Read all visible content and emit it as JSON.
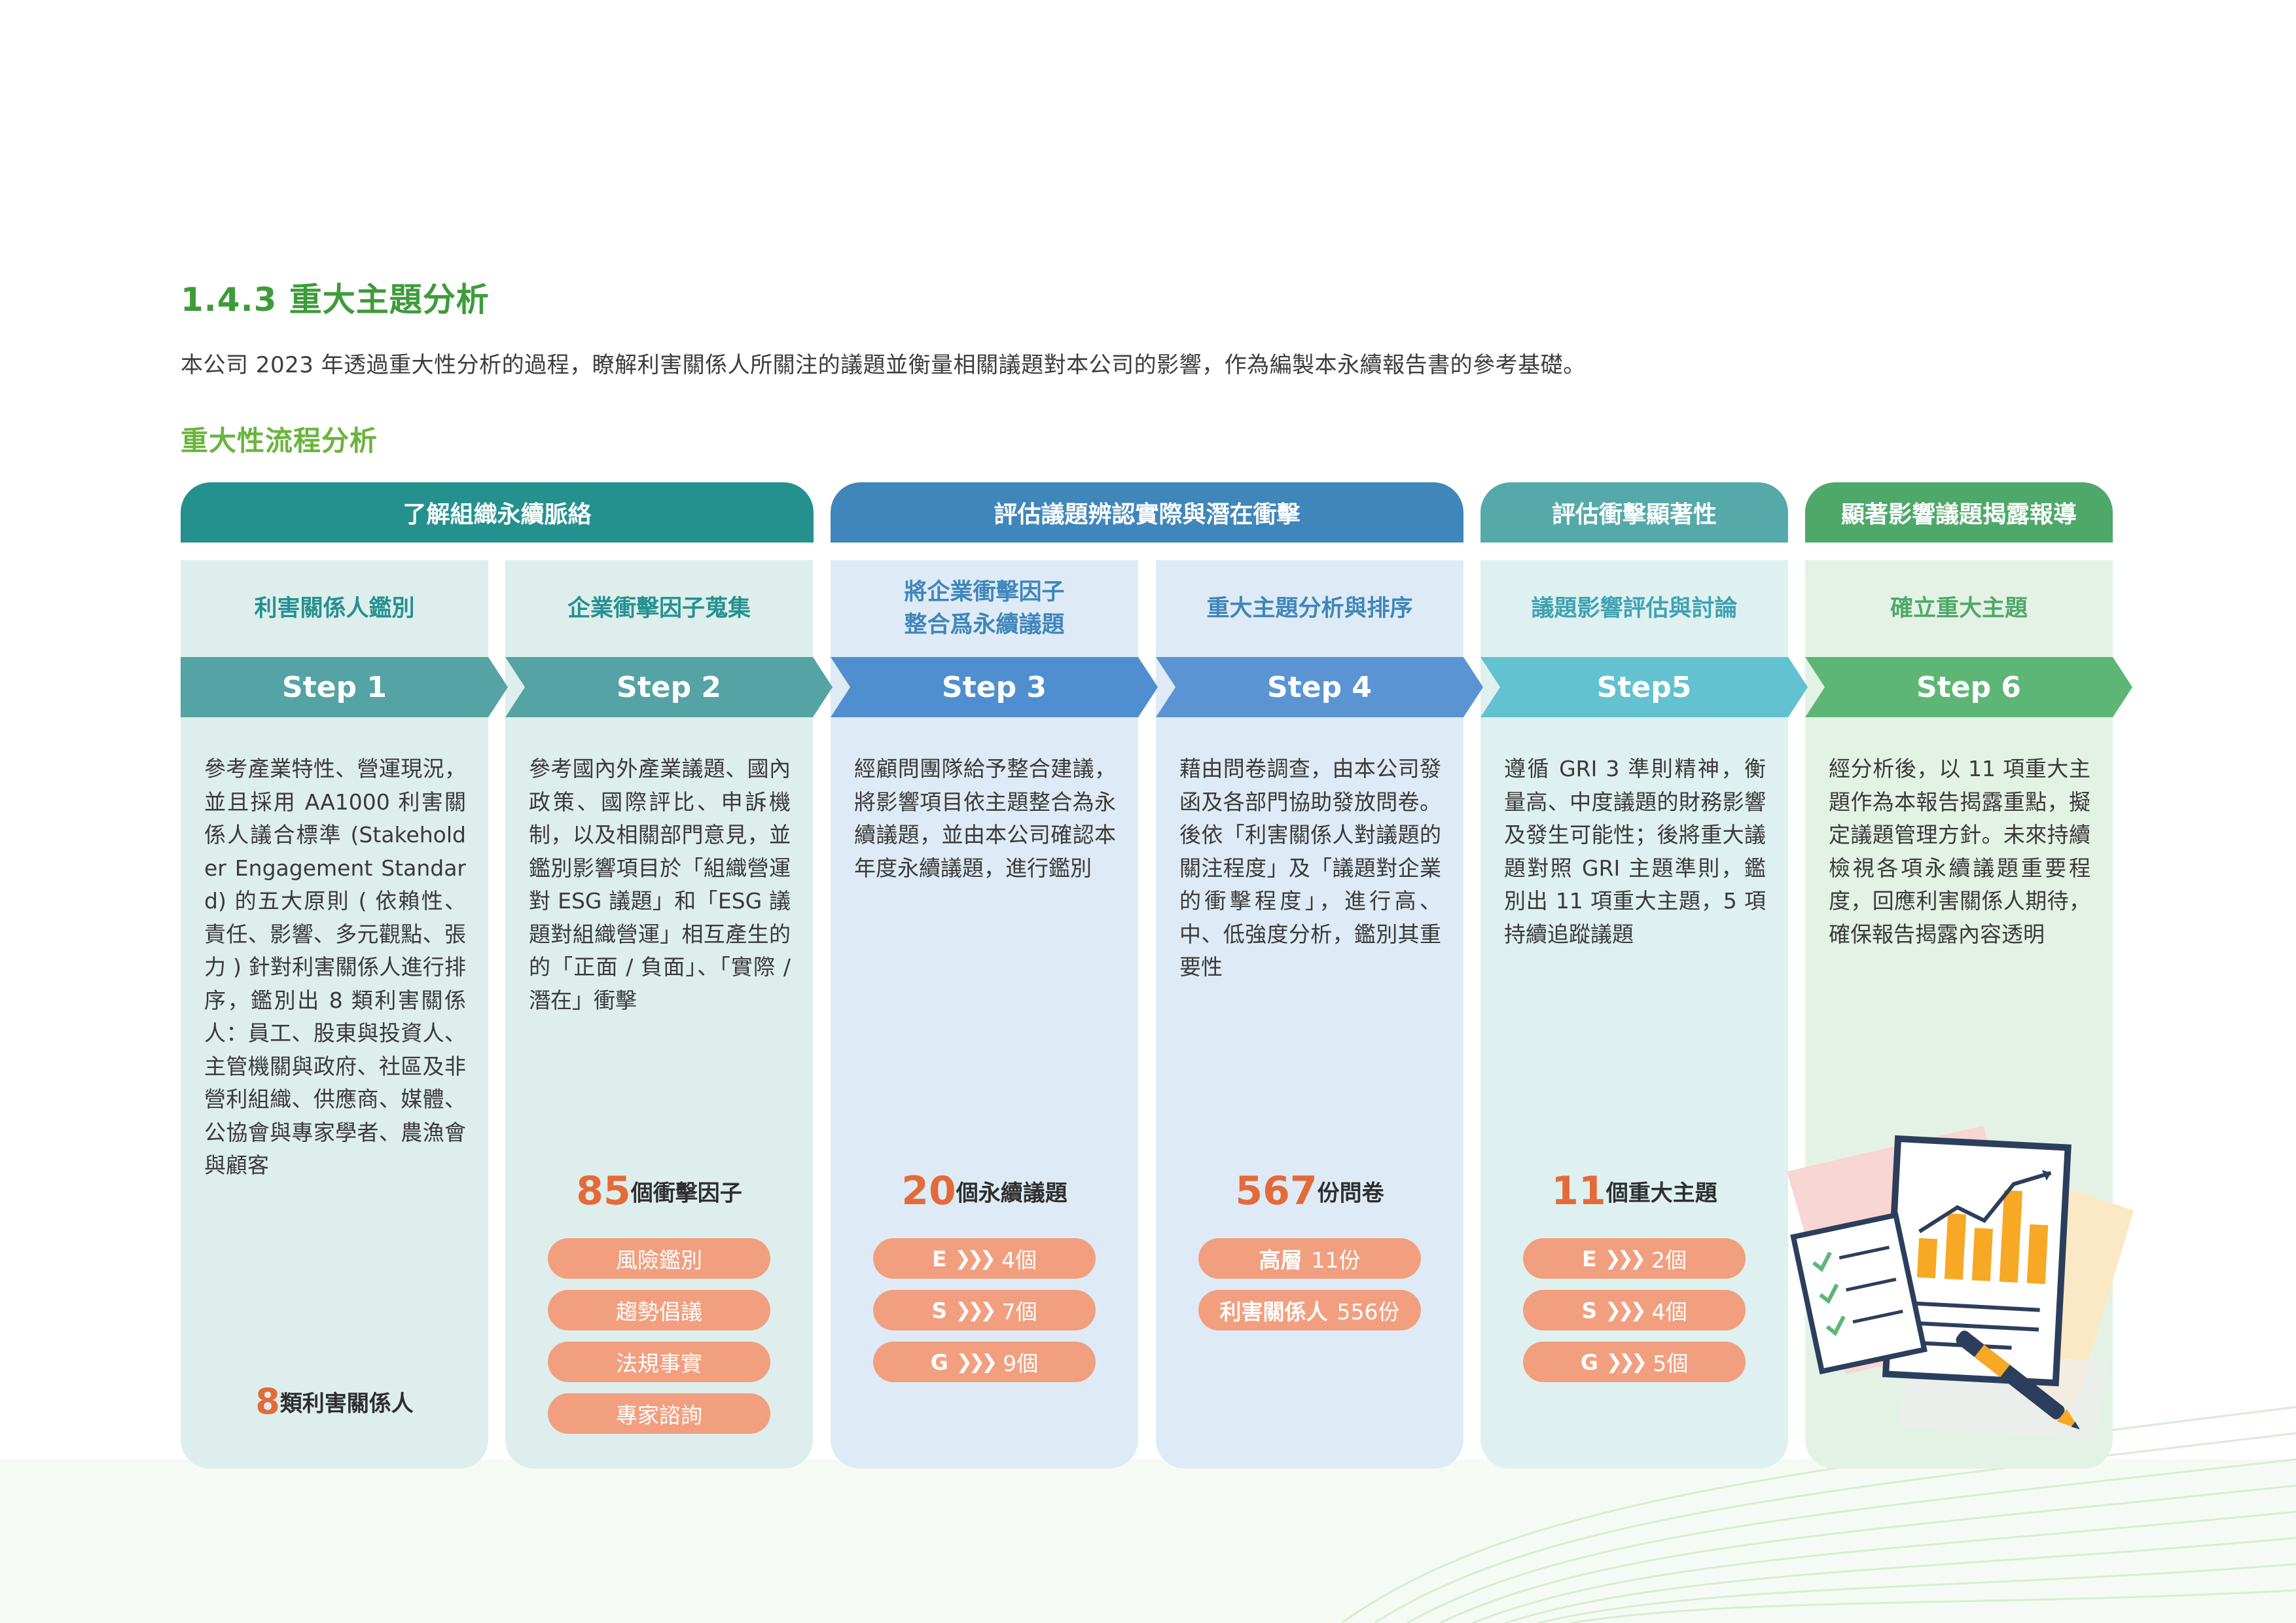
{
  "section": {
    "title": "1.4.3 重大主題分析",
    "intro": "本公司 2023 年透過重大性分析的過程，瞭解利害關係人所關注的議題並衡量相關議題對本公司的影響，作為編製本永續報告書的參考基礎。",
    "subtitle": "重大性流程分析"
  },
  "phases": [
    {
      "label": "了解組織永續脈絡",
      "color": "#24918f"
    },
    {
      "label": "評估議題辨認實際與潛在衝擊",
      "color": "#3f86ba"
    },
    {
      "label": "評估衝擊顯著性",
      "color": "#55a9a9"
    },
    {
      "label": "顯著影響議題揭露報導",
      "color": "#4ea86a"
    }
  ],
  "steps": [
    {
      "head": "利害關係人鑑別",
      "step": "Step 1",
      "head_color": "#24918f",
      "bg": "#deeeec",
      "arrow": "#55a3a4",
      "desc": "參考產業特性、營運現況，並且採用 AA1000 利害關係人議合標準 (Stakeholder Engagement Standard) 的五大原則 ( 依賴性、責任、影響、多元觀點、張力 ) 針對利害關係人進行排序，鑑別出 8 類利害關係人：員工、股東與投資人、主管機關與政府、社區及非營利組織、供應商、媒體、公協會與專家學者、農漁會與顧客",
      "count_num": "8",
      "count_unit": "類利害關係人"
    },
    {
      "head": "企業衝擊因子蒐集",
      "step": "Step 2",
      "head_color": "#24918f",
      "bg": "#deeeec",
      "arrow": "#55a3a4",
      "desc": "參考國內外產業議題、國內政策、國際評比、申訴機制，以及相關部門意見，並鑑別影響項目於「組織營運對 ESG 議題」和「ESG 議題對組織營運」相互產生的的「正面 / 負面」、「實際 / 潛在」衝擊",
      "count_num": "85",
      "count_unit": "個衝擊因子",
      "pills": [
        "風險鑑別",
        "趨勢倡議",
        "法規事實",
        "專家諮詢"
      ]
    },
    {
      "head": "將企業衝擊因子\n整合爲永續議題",
      "step": "Step 3",
      "head_color": "#3f86ba",
      "bg": "#deebf6",
      "arrow": "#4f8fcf",
      "desc": "經顧問團隊給予整合建議，將影響項目依主題整合為永續議題，並由本公司確認本年度永續議題，進行鑑別",
      "count_num": "20",
      "count_unit": "個永續議題",
      "pills": [
        [
          "E",
          "4個"
        ],
        [
          "S",
          "7個"
        ],
        [
          "G",
          "9個"
        ]
      ]
    },
    {
      "head": "重大主題分析與排序",
      "step": "Step 4",
      "head_color": "#3f86ba",
      "bg": "#deebf6",
      "arrow": "#5b94d2",
      "desc": "藉由問卷調查，由本公司發函及各部門協助發放問卷。後依「利害關係人對議題的關注程度」及「議題對企業的衝擊程度」，進行高、中、低強度分析，鑑別其重要性",
      "count_num": "567",
      "count_unit": "份問卷",
      "pills": [
        [
          "高層",
          "11份"
        ],
        [
          "利害關係人",
          "556份"
        ]
      ]
    },
    {
      "head": "議題影響評估與討論",
      "step": "Step5",
      "head_color": "#3ea2b3",
      "bg": "#dff0f0",
      "arrow": "#62c2cf",
      "desc": "遵循 GRI 3 準則精神，衡量高、中度議題的財務影響及發生可能性；後將重大議題對照 GRI 主題準則，鑑別出 11 項重大主題，5 項持續追蹤議題",
      "count_num": "11",
      "count_unit": "個重大主題",
      "pills": [
        [
          "E",
          "2個"
        ],
        [
          "S",
          "4個"
        ],
        [
          "G",
          "5個"
        ]
      ]
    },
    {
      "head": "確立重大主題",
      "step": "Step 6",
      "head_color": "#4ea86a",
      "bg": "#e4f2e6",
      "arrow": "#5db676",
      "desc": "經分析後，以 11 項重大主題作為本報告揭露重點，擬定議題管理方針。未來持續檢視各項永續議題重要程度，回應利害關係人期待，確保報告揭露內容透明"
    }
  ],
  "icons": {
    "pill_separator": "chevron-triple-icon",
    "illustration": "report-chart-illustration"
  }
}
